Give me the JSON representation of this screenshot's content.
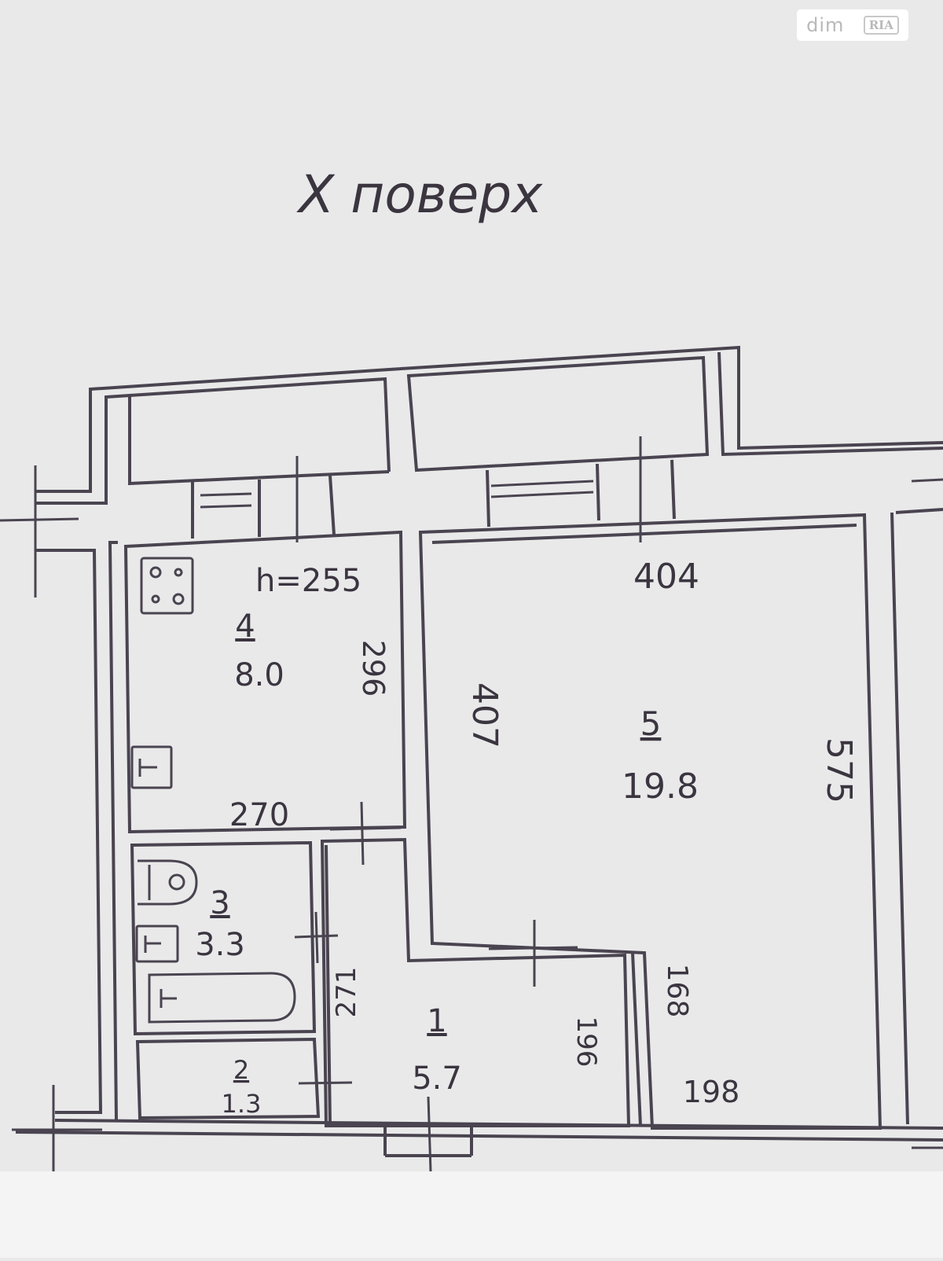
{
  "floor_title": "Х поверх",
  "ceiling_height": "h=255",
  "rooms": [
    {
      "number": "1",
      "area": "5.7"
    },
    {
      "number": "2",
      "area": "1.3"
    },
    {
      "number": "3",
      "area": "3.3"
    },
    {
      "number": "4",
      "area": "8.0"
    },
    {
      "number": "5",
      "area": "19.8"
    }
  ],
  "dimensions": {
    "room5_top": "404",
    "room5_left": "407",
    "room5_right": "575",
    "room5_bottom": "198",
    "room5_lower_left": "168",
    "room4_bottom": "270",
    "room4_right": "296",
    "corridor_left": "271",
    "corridor_right": "196"
  },
  "watermark": {
    "brand": "dim",
    "badge": "RIA"
  },
  "colors": {
    "line": "#4a4450",
    "ink": "#3b3540",
    "paper": "#e9e9ea"
  }
}
